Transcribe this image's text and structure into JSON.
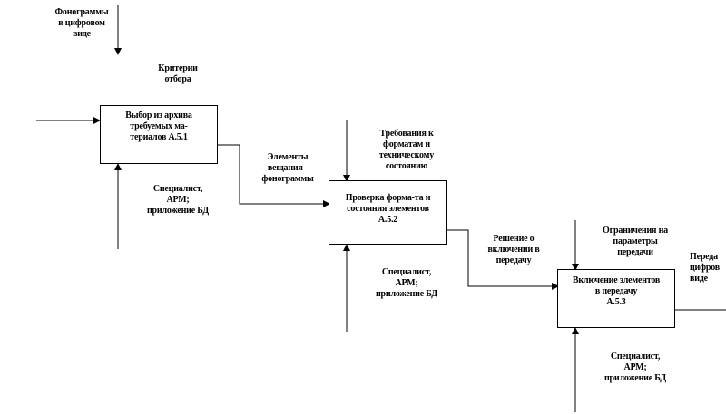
{
  "diagram": {
    "top_input": "Фонограммы\nв цифровом\nвиде",
    "activities": [
      {
        "label": "Выбор из архива\nтребуемых ма-\nтериалов     А.5.1"
      },
      {
        "label": "Проверка форма-та и\nсостояния элементов\nА.5.2"
      },
      {
        "label": "Включение элементов\nв передачу\nА.5.3"
      }
    ],
    "controls": [
      "Критерии\nотбора",
      "Требования к\nформатам и\nтехническому\nсостоянию",
      "Ограничения на\nпараметры\nпередачи"
    ],
    "flows": [
      "Элементы\nвещания -\nфонограммы",
      "Решение о\nвключении в\nпередачу"
    ],
    "mechanisms": [
      "Специалист,\nАРМ;\nприложение БД",
      "Специалист,\nАРМ;\nприложение БД",
      "Специалист,\nАРМ;\nприложение БД"
    ],
    "output": "Переда\nцифров\nвиде"
  }
}
